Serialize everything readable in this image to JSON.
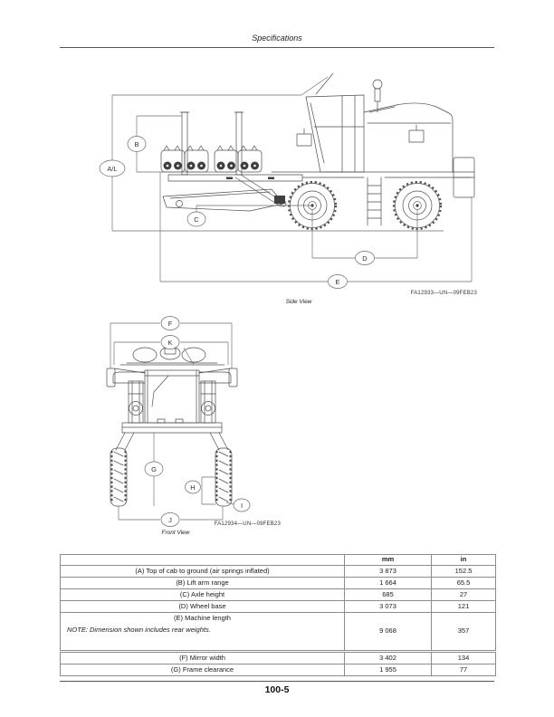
{
  "page": {
    "header_title": "Specifications",
    "footer_page_number": "100-5"
  },
  "figures": {
    "side": {
      "id_label": "FA12933—UN—09FEB23",
      "caption": "Side View",
      "callouts": {
        "al": "A/L",
        "b": "B",
        "c": "C",
        "d": "D",
        "e": "E"
      }
    },
    "front": {
      "id_label": "FA12934—UN—09FEB23",
      "caption": "Front View",
      "callouts": {
        "f": "F",
        "k": "K",
        "g": "G",
        "h": "H",
        "i": "I",
        "j": "J"
      }
    }
  },
  "table": {
    "headers": {
      "label": "",
      "mm": "mm",
      "in": "in"
    },
    "rows": [
      {
        "label": "(A) Top of cab to ground (air springs inflated)",
        "mm": "3 873",
        "in": "152.5"
      },
      {
        "label": "(B) Lift arm range",
        "mm": "1 664",
        "in": "65.5"
      },
      {
        "label": "(C) Axle height",
        "mm": "685",
        "in": "27"
      },
      {
        "label": "(D) Wheel base",
        "mm": "3 073",
        "in": "121"
      },
      {
        "label": "(E) Machine length",
        "note": "NOTE: Dimension shown includes rear weights.",
        "mm": "9 068",
        "in": "357"
      },
      {
        "label": "(F) Mirror width",
        "mm": "3 402",
        "in": "134"
      },
      {
        "label": "(G) Frame clearance",
        "mm": "1 955",
        "in": "77"
      }
    ]
  },
  "colors": {
    "drawing_line": "#4d4d4d",
    "callout_line": "#6b6b6b",
    "table_border": "#8c8c8c",
    "text": "#1a1a1a"
  }
}
